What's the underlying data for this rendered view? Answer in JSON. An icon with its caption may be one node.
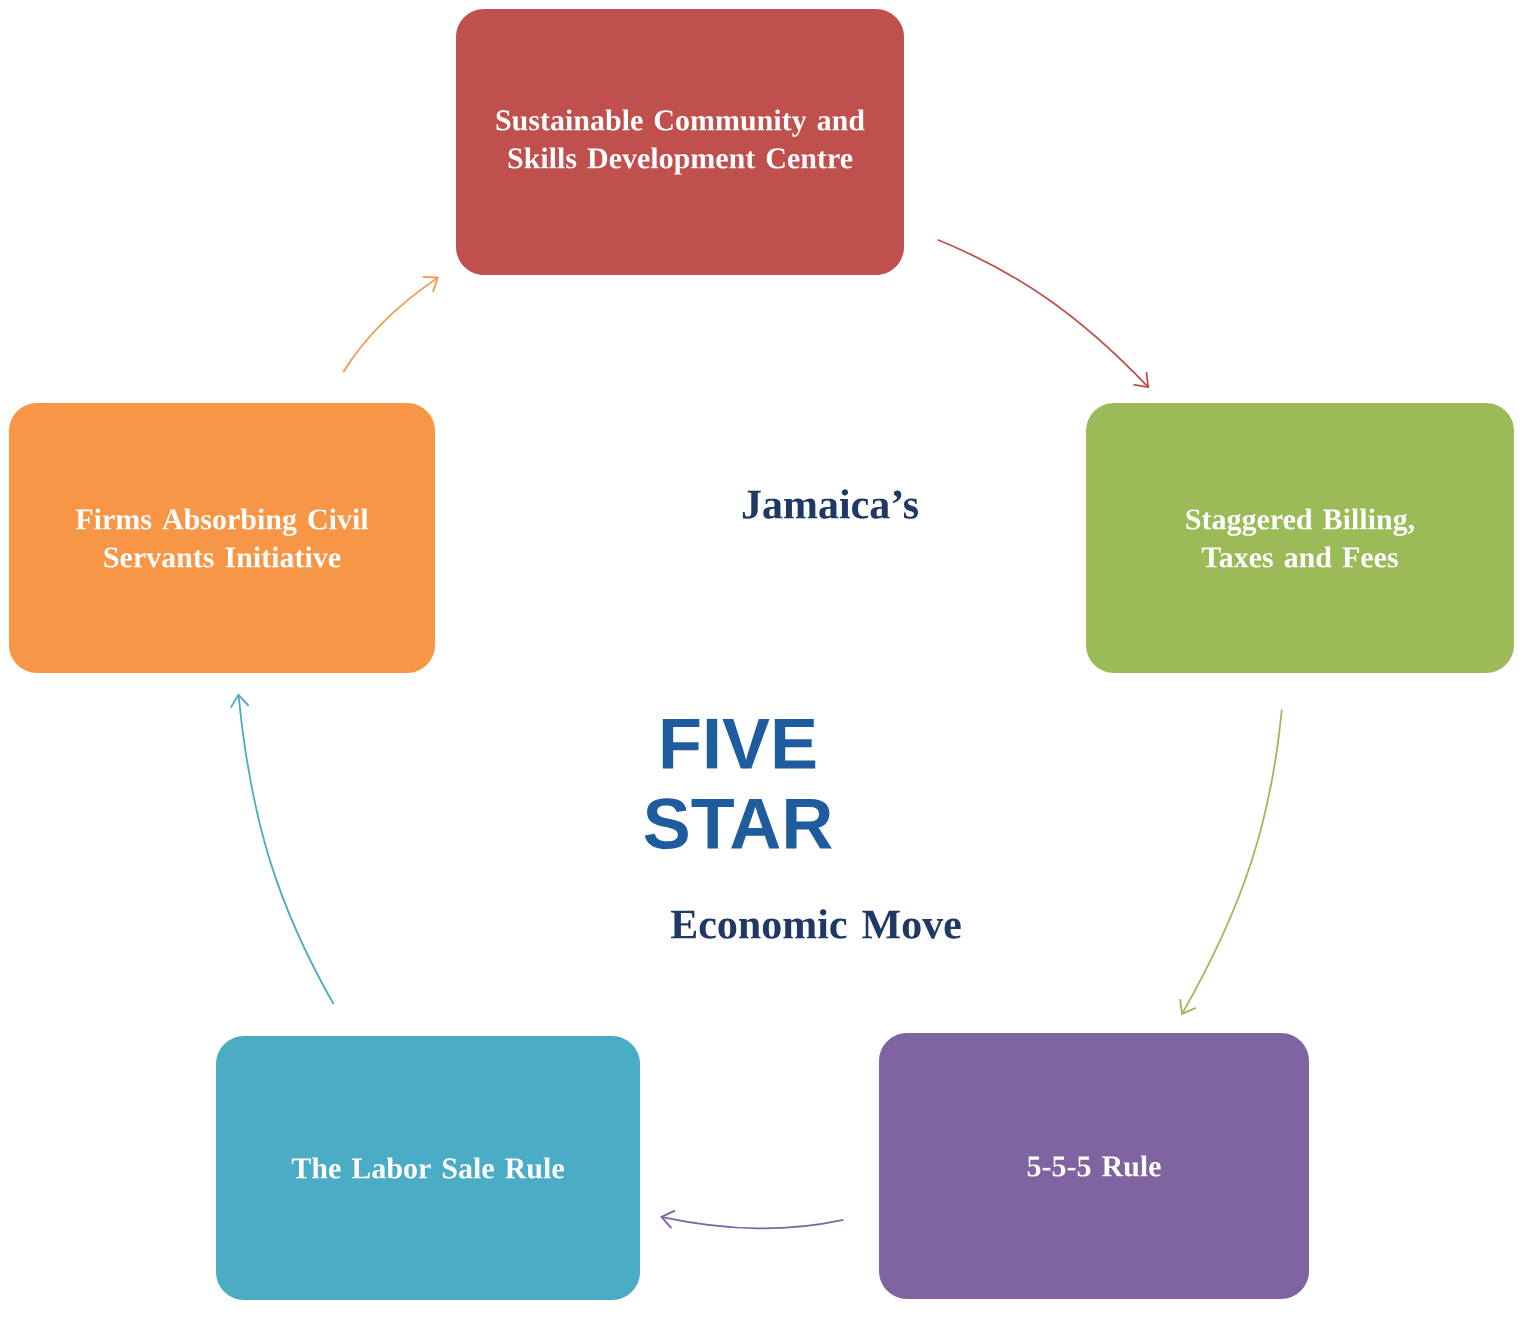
{
  "diagram": {
    "nodes": [
      {
        "text": [
          "Sustainable Community and Skills Development Centre"
        ]
      },
      {
        "text": [
          "Staggered Billing, Taxes and Fees"
        ]
      },
      {
        "text": [
          "5-5-5 Rule"
        ]
      },
      {
        "text": [
          "The Labor Sale Rule"
        ]
      },
      {
        "text": [
          "Firms Absorbing Civil Servants Initiative"
        ]
      }
    ],
    "edges": [
      {
        "from": 0,
        "to": 1,
        "arrow": "to",
        "color": "#c0504d"
      },
      {
        "from": 1,
        "to": 2,
        "arrow": "to",
        "color": "#9bbb59"
      },
      {
        "from": 2,
        "to": 3,
        "arrow": "to",
        "color": "#8064a2"
      },
      {
        "from": 3,
        "to": 4,
        "arrow": "to",
        "color": "#4bacc6"
      },
      {
        "from": 4,
        "to": 0,
        "arrow": "to",
        "color": "#f79646"
      }
    ],
    "labels": [
      "Jamaica’s",
      "FIVE STAR",
      "Economic Move"
    ]
  }
}
